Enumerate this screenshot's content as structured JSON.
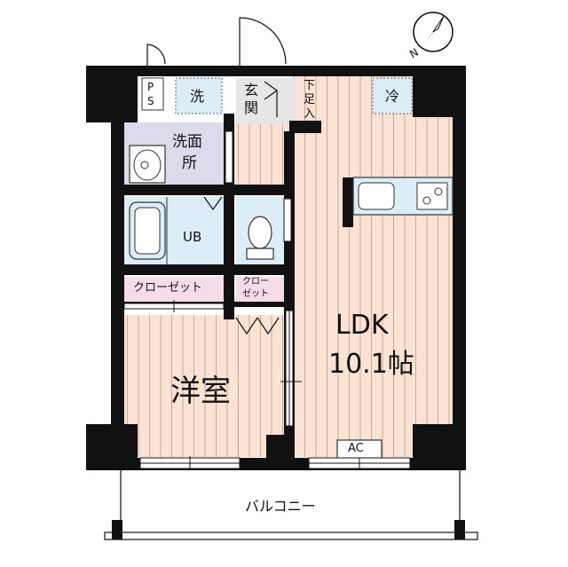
{
  "compass": {
    "north": "N"
  },
  "rooms": {
    "ldk_name": "LDK",
    "ldk_size": "10.1帖",
    "western_room": "洋室",
    "unit_bath": "UB",
    "washroom_line1": "洗面",
    "washroom_line2": "所",
    "closet_large": "クローゼット",
    "closet_small_line1": "クロー",
    "closet_small_line2": "ゼット",
    "balcony": "バルコニー"
  },
  "fixtures": {
    "pipe_space_p": "P",
    "pipe_space_s": "S",
    "washer": "洗",
    "entrance_1": "玄",
    "entrance_2": "関",
    "shoe_box_1": "下",
    "shoe_box_2": "足",
    "shoe_box_3": "入",
    "fridge": "冷",
    "aircon": "AC"
  },
  "colors": {
    "wall": "#111111",
    "wood_floor": "#fbe3d4",
    "wood_line": "#c9a897",
    "wet_area": "#dbeef8",
    "washroom": "#dedaec",
    "closet": "#f6dceb",
    "entrance": "#e6e6e6",
    "white": "#ffffff"
  }
}
